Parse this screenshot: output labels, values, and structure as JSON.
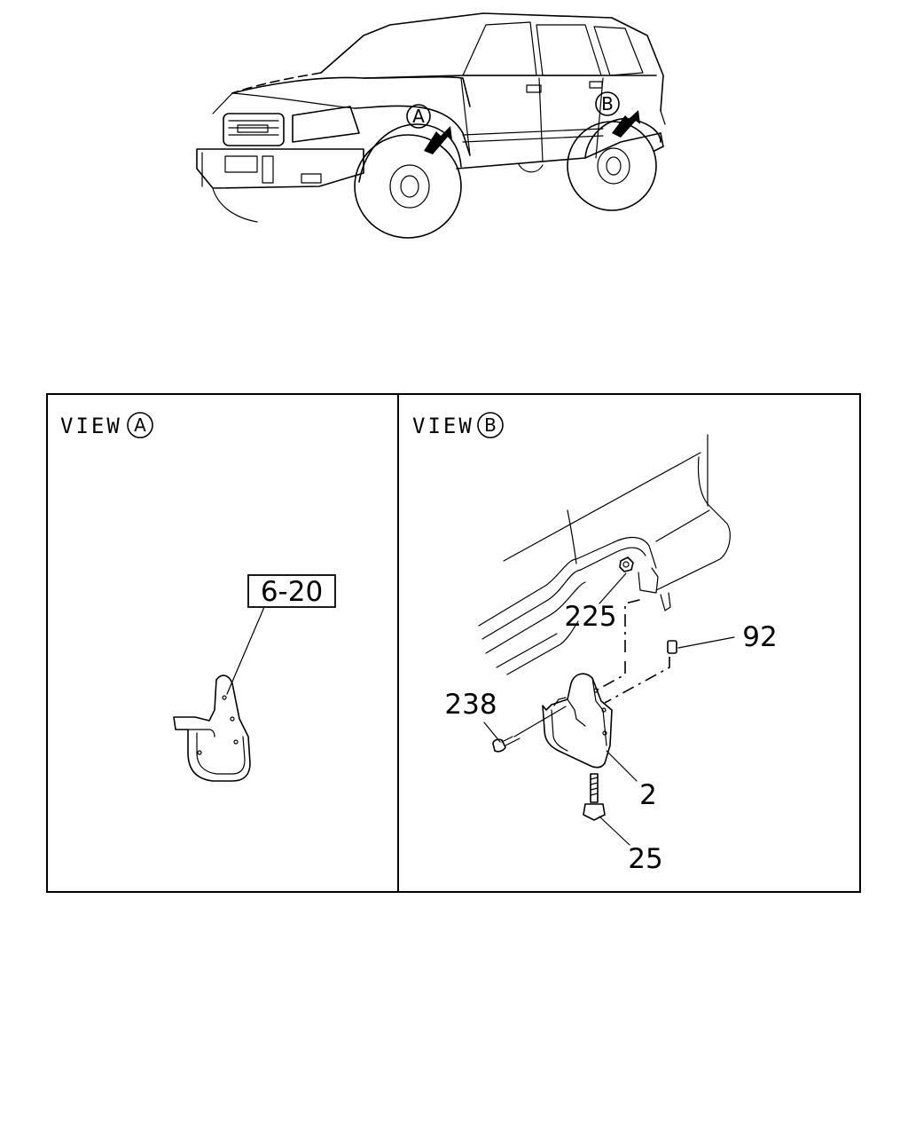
{
  "car_callouts": {
    "a": "A",
    "b": "B"
  },
  "panels": {
    "view_a": {
      "title": "VIEW",
      "letter": "A",
      "ref_box": "6-20"
    },
    "view_b": {
      "title": "VIEW",
      "letter": "B",
      "parts": {
        "p225": "225",
        "p92": "92",
        "p238": "238",
        "p2": "2",
        "p25": "25"
      }
    }
  }
}
